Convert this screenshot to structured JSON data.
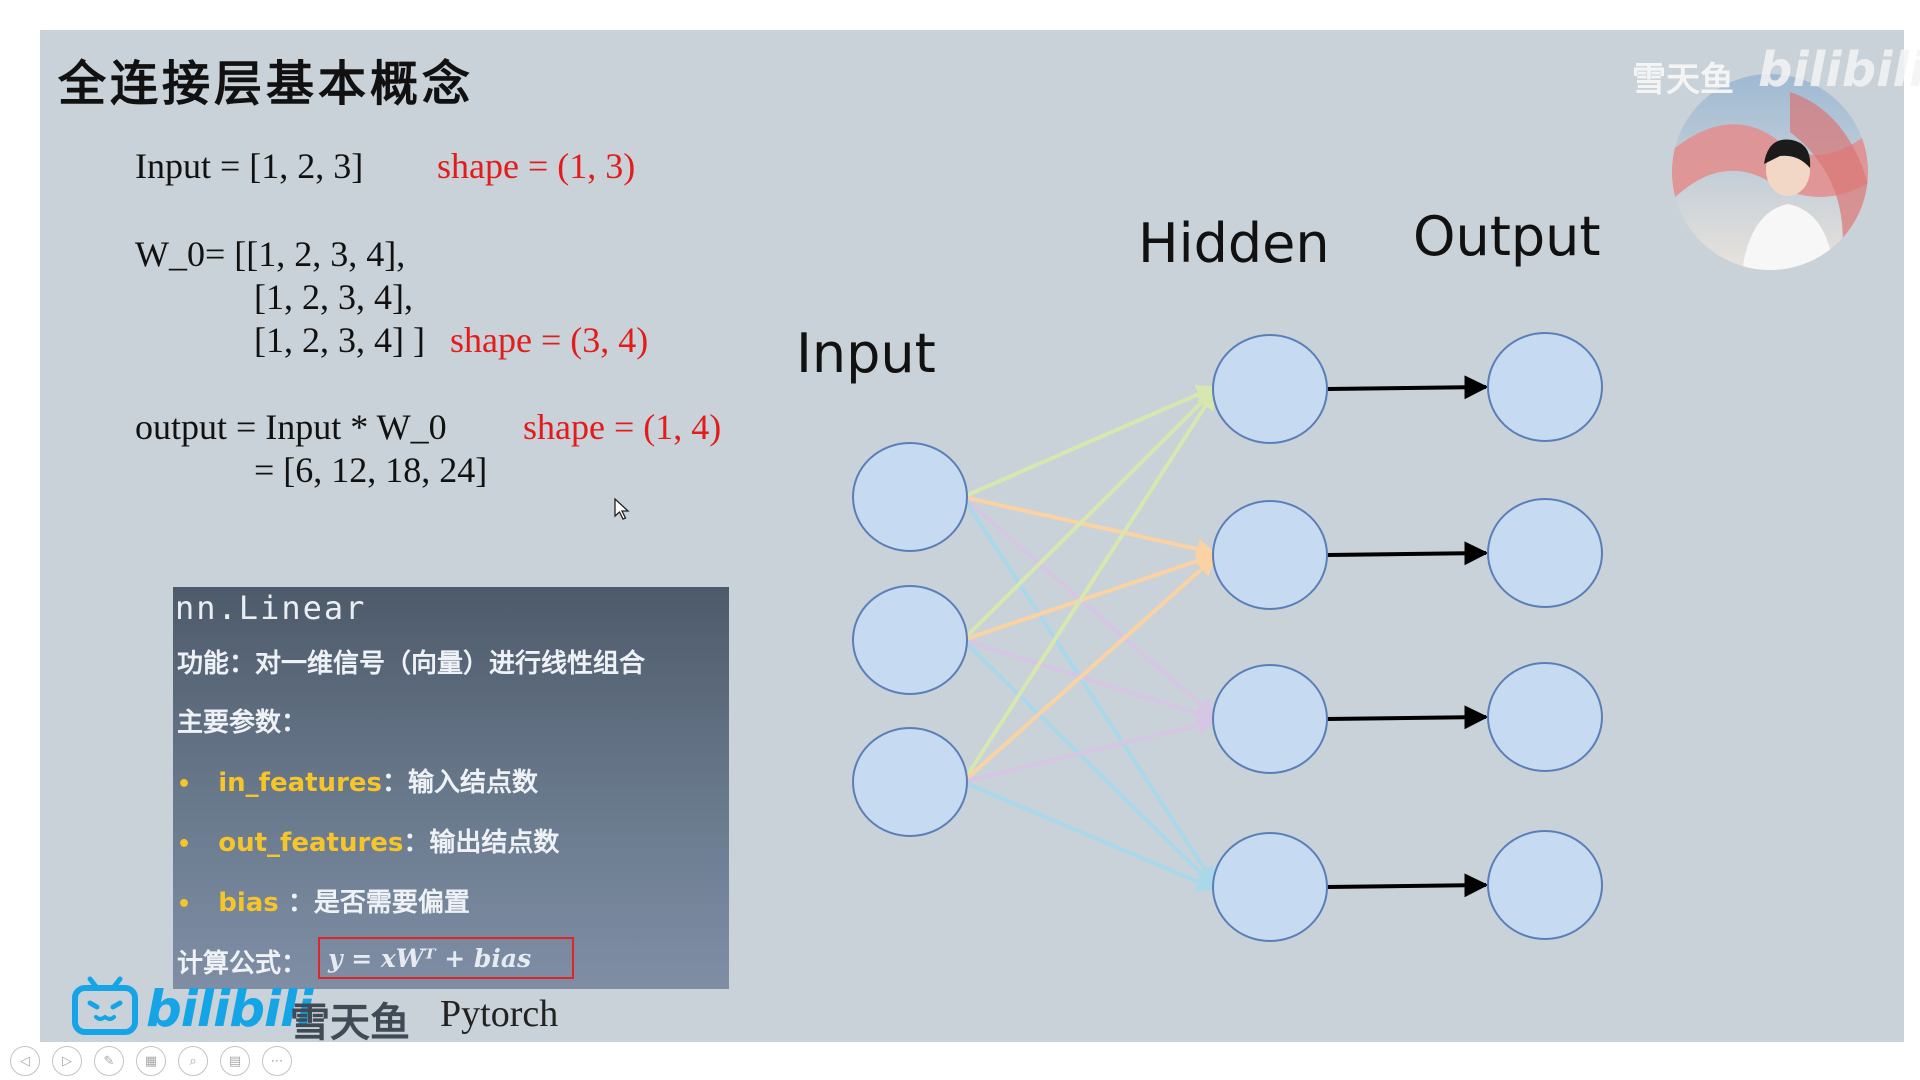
{
  "slide": {
    "title": "全连接层基本概念",
    "code": {
      "input_line": "Input = [1, 2, 3]",
      "input_shape": "shape = (1, 3)",
      "w_line1": "W_0= [[1, 2, 3, 4],",
      "w_line2": "[1, 2, 3, 4],",
      "w_line3": "[1, 2, 3, 4] ]",
      "w_shape": "shape = (3, 4)",
      "out_line1": "output = Input * W_0",
      "out_shape": "shape = (1, 4)",
      "out_line2": "= [6, 12, 18, 24]"
    },
    "diagram": {
      "input_label": "Input",
      "hidden_label": "Hidden",
      "output_label": "Output",
      "input_count": 3,
      "hidden_count": 4,
      "output_count": 4,
      "node_fill": "#c6daf2",
      "node_stroke": "#5a7fb8",
      "edge_colors": [
        "#d8e6b0",
        "#fbd2a4",
        "#d6c6e3",
        "#a9d8ea"
      ]
    },
    "panel": {
      "heading": "nn.Linear",
      "function_line": "功能：对一维信号（向量）进行线性组合",
      "params_heading": "主要参数：",
      "params": [
        {
          "name": "in_features",
          "sep": "：",
          "desc": "输入结点数"
        },
        {
          "name": "out_features",
          "sep": "：",
          "desc": "输出结点数"
        },
        {
          "name": "bias",
          "sep": " ：",
          "desc": "是否需要偏置"
        }
      ],
      "formula_label": "计算公式：",
      "formula": "y = xWᵀ + bias"
    },
    "footer": {
      "brand": "bilibili",
      "author": "雪天鱼",
      "topic": "Pytorch"
    },
    "watermark": {
      "author": "雪天鱼",
      "brand": "bilibili"
    }
  },
  "toolbar": {
    "buttons": [
      {
        "name": "prev-slide-button",
        "glyph": "◁"
      },
      {
        "name": "next-slide-button",
        "glyph": "▷"
      },
      {
        "name": "pen-button",
        "glyph": "✎"
      },
      {
        "name": "slides-grid-button",
        "glyph": "▦"
      },
      {
        "name": "zoom-button",
        "glyph": "⌕"
      },
      {
        "name": "subtitles-button",
        "glyph": "▤"
      },
      {
        "name": "more-button",
        "glyph": "⋯"
      }
    ]
  }
}
